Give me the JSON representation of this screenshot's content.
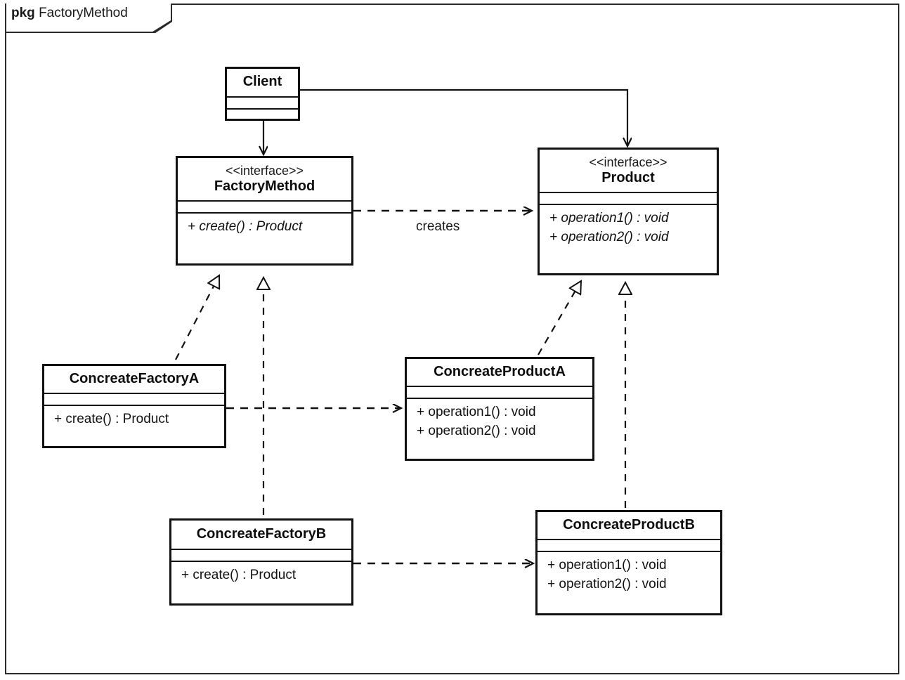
{
  "package": {
    "keyword": "pkg",
    "name": "FactoryMethod"
  },
  "classes": {
    "client": {
      "name": "Client",
      "stereotype": "",
      "operations": []
    },
    "factory_method": {
      "name": "FactoryMethod",
      "stereotype": "<<interface>>",
      "operations": [
        "+ create() : Product"
      ]
    },
    "product": {
      "name": "Product",
      "stereotype": "<<interface>>",
      "operations": [
        "+ operation1() : void",
        "+ operation2() : void"
      ]
    },
    "concreate_factory_a": {
      "name": "ConcreateFactoryA",
      "stereotype": "",
      "operations": [
        "+ create() : Product"
      ]
    },
    "concreate_factory_b": {
      "name": "ConcreateFactoryB",
      "stereotype": "",
      "operations": [
        "+ create() : Product"
      ]
    },
    "concreate_product_a": {
      "name": "ConcreateProductA",
      "stereotype": "",
      "operations": [
        "+ operation1() : void",
        "+ operation2() : void"
      ]
    },
    "concreate_product_b": {
      "name": "ConcreateProductB",
      "stereotype": "",
      "operations": [
        "+ operation1() : void",
        "+ operation2() : void"
      ]
    }
  },
  "edges": {
    "creates_label": "creates"
  },
  "colors": {
    "stroke": "#111111",
    "frame": "#2b2b2b",
    "background": "#ffffff",
    "text": "#111111"
  }
}
